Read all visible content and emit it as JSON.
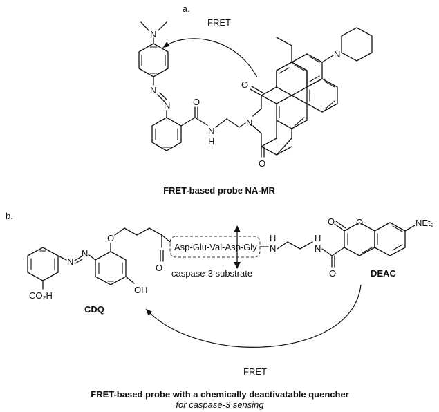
{
  "panel_a": {
    "label": "a.",
    "fret_label": "FRET",
    "caption": "FRET-based probe NA-MR",
    "atoms": {
      "n_dimethyl": "N",
      "n_piperidine": "N",
      "azo_n1": "N",
      "azo_n2": "N",
      "amide_o": "O",
      "amide_nh": "N",
      "amide_h": "H",
      "imide_n": "N",
      "imide_o_top": "O",
      "imide_o_bottom": "O"
    }
  },
  "panel_b": {
    "label": "b.",
    "peptide": "Asp-Glu-Val-Asp-Gly",
    "substrate_label": "caspase-3 substrate",
    "fret_label": "FRET",
    "quencher_label": "CDQ",
    "donor_label": "DEAC",
    "caption_line1": "FRET-based probe with a chemically deactivatable quencher",
    "caption_line2": "for caspase-3 sensing",
    "atoms": {
      "azo_n1": "N",
      "azo_n2": "N",
      "co2h": "CO₂H",
      "ether_o": "O",
      "oh": "OH",
      "carbonyl_o": "O",
      "nh1_h": "H",
      "nh1_n": "N",
      "nh2_h": "H",
      "nh2_n": "N",
      "amide_o": "O",
      "coumarin_o_carbonyl": "O",
      "coumarin_o_ring": "O",
      "net2": "NEt₂"
    }
  }
}
